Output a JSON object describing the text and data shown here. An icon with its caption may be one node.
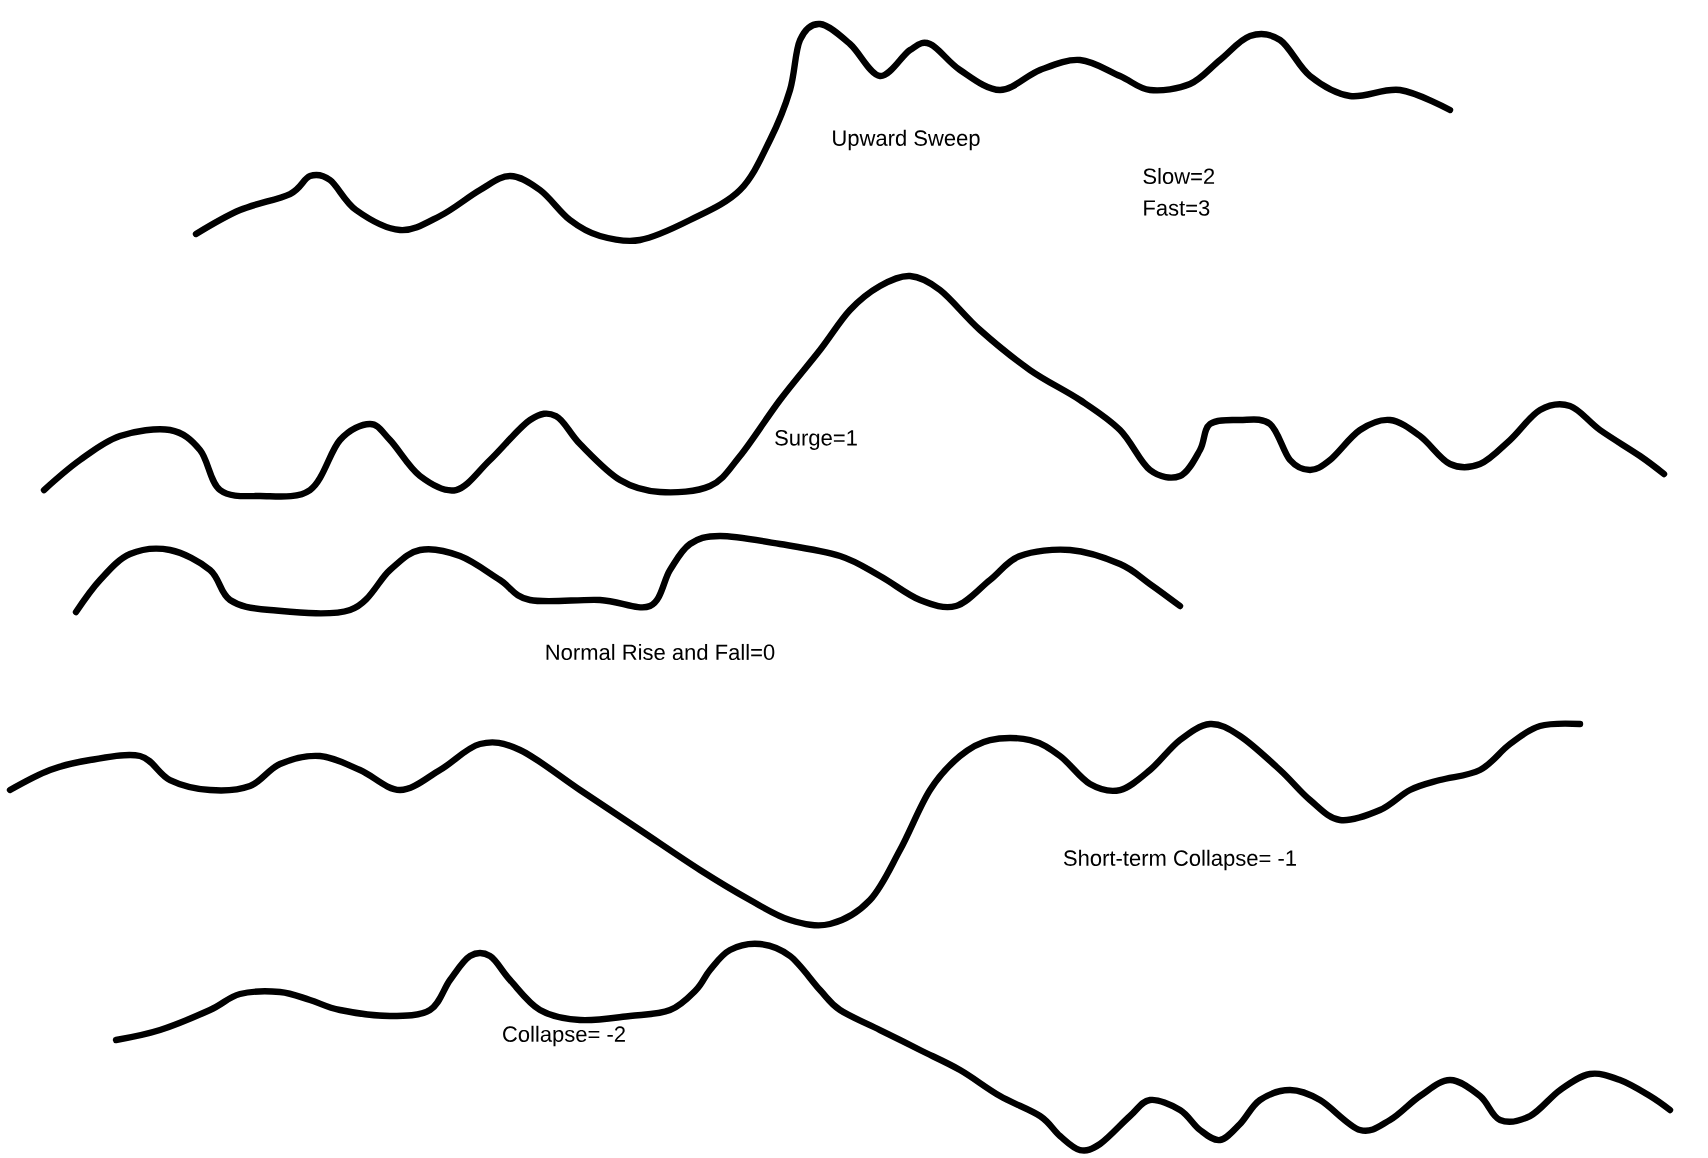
{
  "diagram": {
    "labels": [
      "Upward Sweep",
      "Slow=2",
      "Fast=3",
      "Surge=1",
      "Normal Rise and Fall=0",
      "Short-term Collapse= -1",
      "Collapse= -2"
    ]
  }
}
